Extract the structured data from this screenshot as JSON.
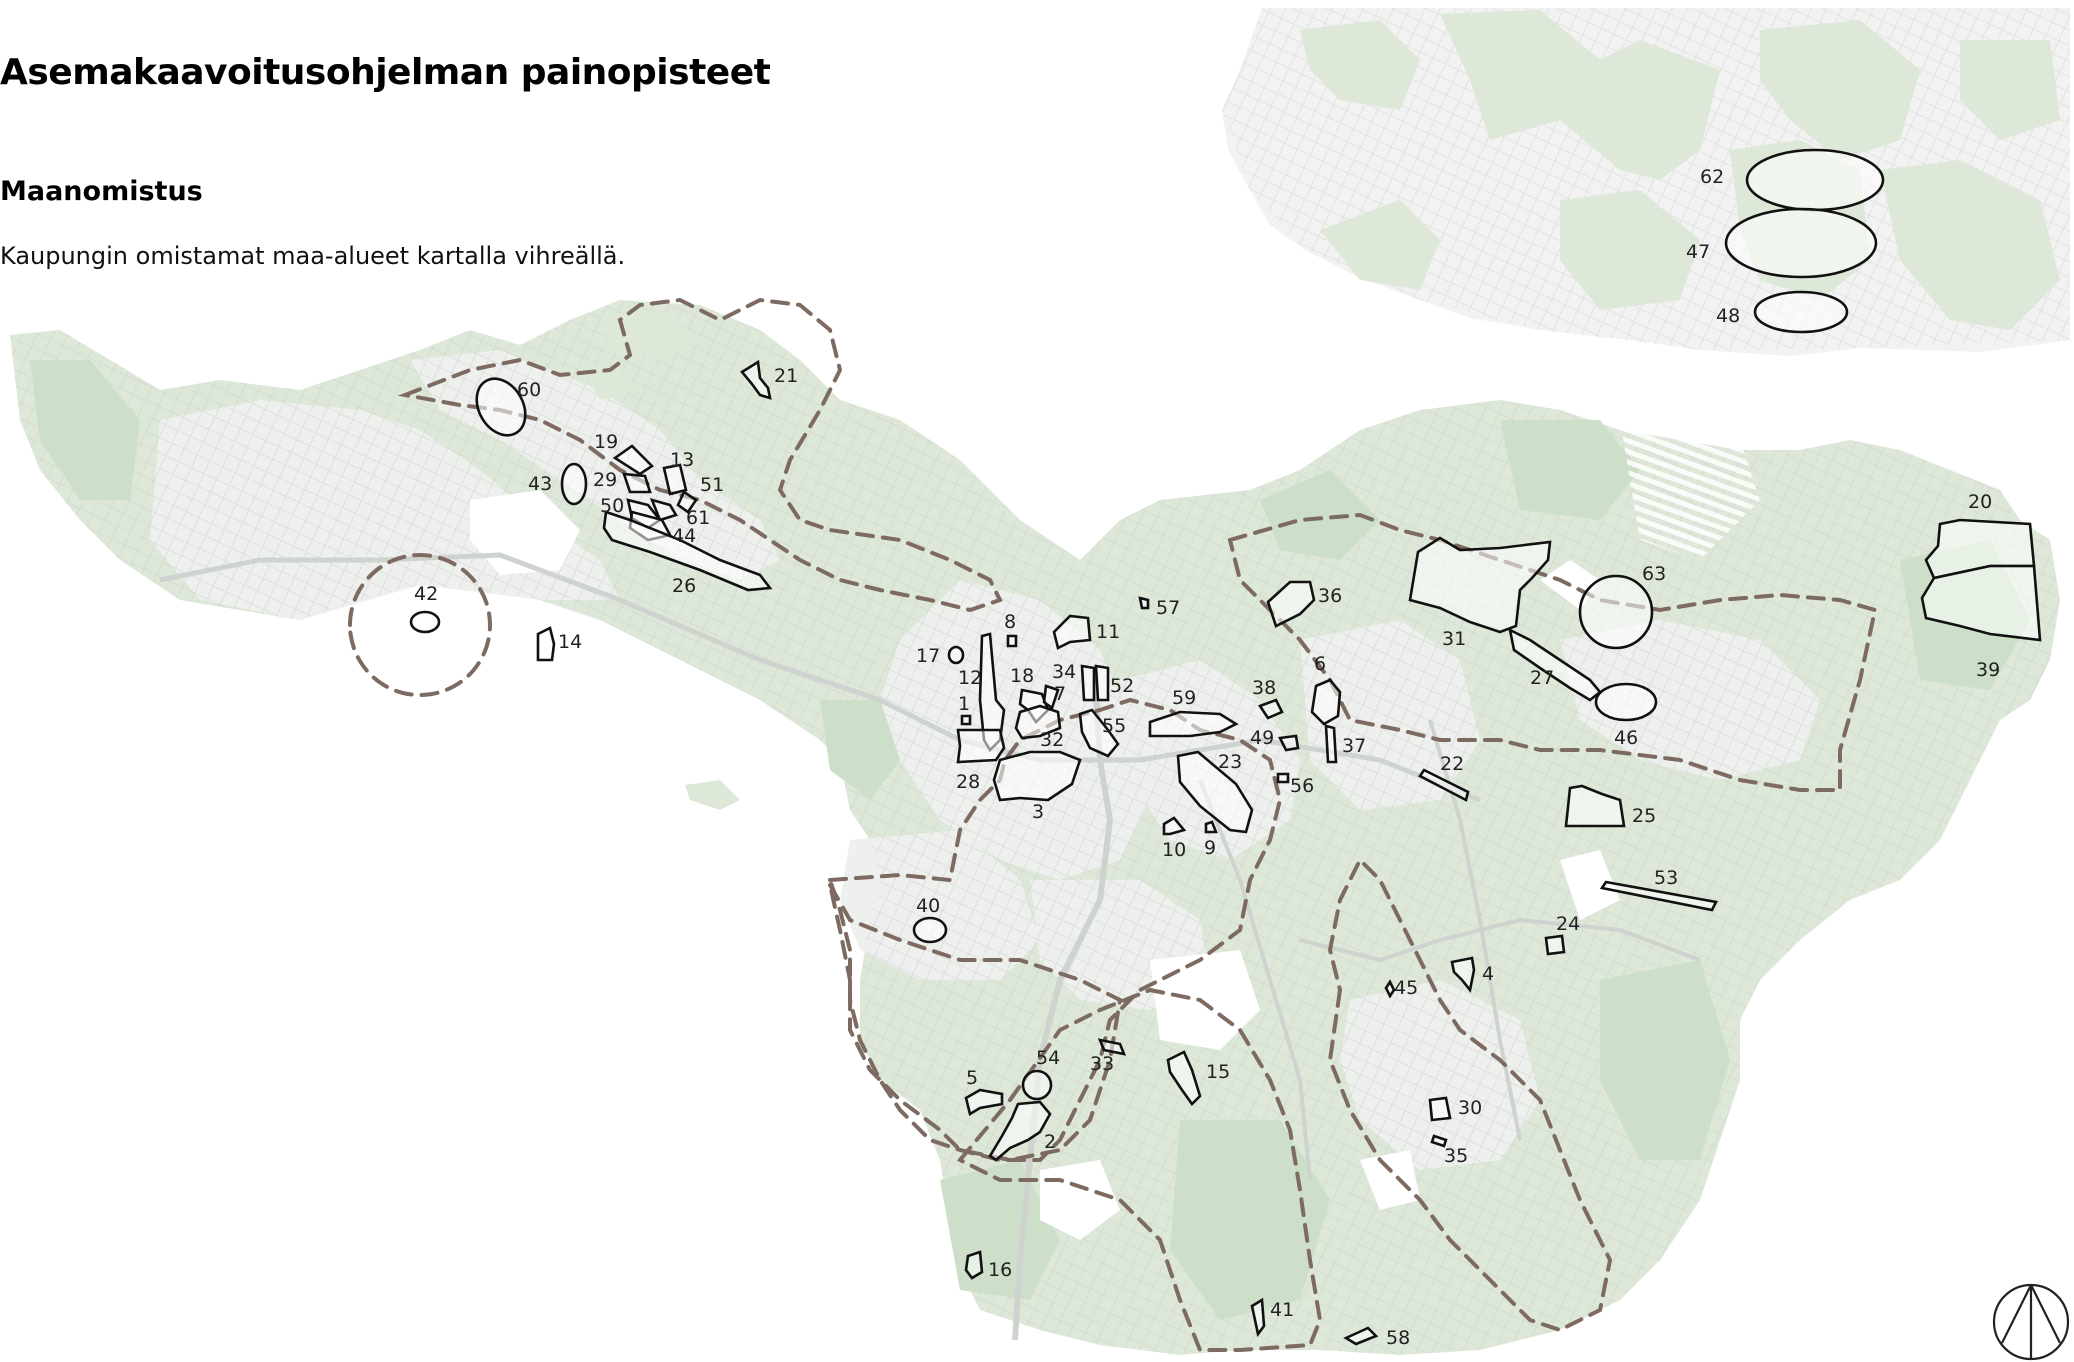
{
  "header": {
    "title": "Asemakaavoitusohjelman painopisteet",
    "subtitle": "Maanomistus",
    "description": "Kaupungin omistamat maa-alueet kartalla vihreällä."
  },
  "colors": {
    "city_owned_land": "#dde8d8",
    "city_owned_land_dark": "#cddfc8",
    "built_area": "#eef0ee",
    "street_lines": "#c9cbc9",
    "focus_boundary": "#7d6a60",
    "area_outline": "#111111"
  },
  "map": {
    "area_labels": {
      "a1": "1",
      "a2": "2",
      "a3": "3",
      "a4": "4",
      "a5": "5",
      "a6": "6",
      "a7": "7",
      "a8": "8",
      "a9": "9",
      "a10": "10",
      "a11": "11",
      "a12": "12",
      "a13": "13",
      "a14": "14",
      "a15": "15",
      "a16": "16",
      "a17": "17",
      "a18": "18",
      "a19": "19",
      "a20": "20",
      "a21": "21",
      "a22": "22",
      "a23": "23",
      "a24": "24",
      "a25": "25",
      "a26": "26",
      "a27": "27",
      "a28": "28",
      "a29": "29",
      "a30": "30",
      "a31": "31",
      "a32": "32",
      "a33": "33",
      "a34": "34",
      "a35": "35",
      "a36": "36",
      "a37": "37",
      "a38": "38",
      "a39": "39",
      "a40": "40",
      "a41": "41",
      "a42": "42",
      "a43": "43",
      "a44": "44",
      "a45": "45",
      "a46": "46",
      "a47": "47",
      "a48": "48",
      "a49": "49",
      "a50": "50",
      "a51": "51",
      "a52": "52",
      "a53": "53",
      "a54": "54",
      "a55": "55",
      "a56": "56",
      "a57": "57",
      "a58": "58",
      "a59": "59",
      "a60": "60",
      "a61": "61",
      "a62": "62",
      "a63": "63"
    },
    "north_arrow_icon": "north-arrow-icon"
  }
}
